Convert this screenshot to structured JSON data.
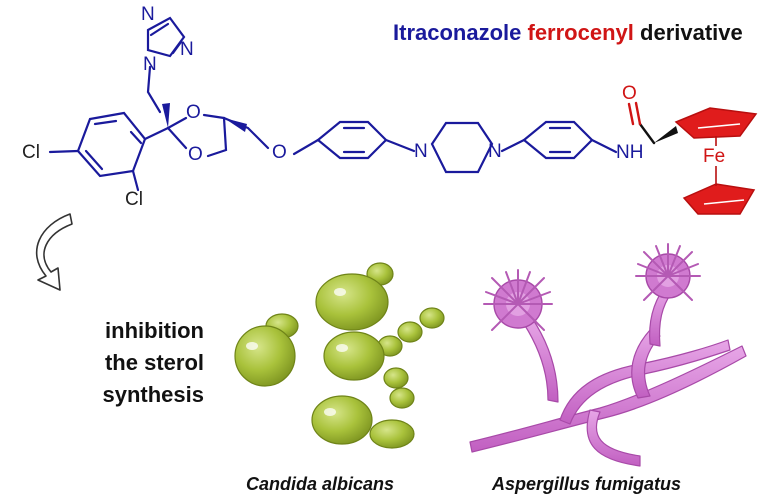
{
  "title": {
    "part1": "Itraconazole",
    "part2": "ferrocenyl",
    "part3": "derivative"
  },
  "atoms": {
    "triazole_n1": "N",
    "triazole_n2": "N",
    "triazole_n3": "N",
    "dioxolane_o1": "O",
    "dioxolane_o2": "O",
    "ether_o": "O",
    "piperazine_n1": "N",
    "piperazine_n2": "N",
    "amide_nh": "NH",
    "carbonyl_o": "O",
    "iron": "Fe",
    "chloro_1": "Cl",
    "chloro_2": "Cl"
  },
  "mechanism": {
    "line1": "inhibition",
    "line2": "the sterol",
    "line3": "synthesis"
  },
  "organisms": {
    "candida": "Candida albicans",
    "aspergillus": "Aspergillus fumigatus"
  },
  "colors": {
    "itraconazole_core": "#1a1a9c",
    "ferrocenyl": "#d01515",
    "candida_cell": "#a8c23a",
    "aspergillus": "#cf6fcf"
  }
}
